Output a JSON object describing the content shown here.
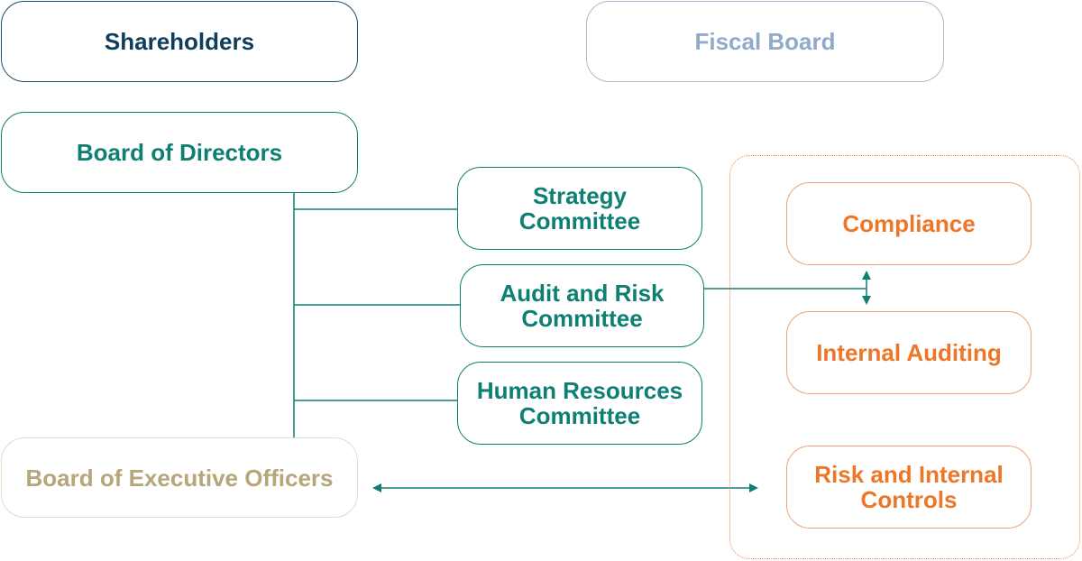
{
  "nodes": {
    "shareholders": "Shareholders",
    "fiscal_board": "Fiscal Board",
    "board_of_directors": "Board of Directors",
    "strategy_committee": [
      "Strategy",
      "Committee"
    ],
    "audit_risk_committee": [
      "Audit and Risk",
      "Committee"
    ],
    "hr_committee": [
      "Human Resources",
      "Committee"
    ],
    "board_of_executive_officers": "Board of Executive Officers",
    "compliance": "Compliance",
    "internal_auditing": "Internal Auditing",
    "risk_internal_controls": [
      "Risk and Internal",
      "Controls"
    ]
  },
  "colors": {
    "navy": "#0f3e5c",
    "light_blue": "#8fabc9",
    "teal": "#0e7f73",
    "gold": "#b5a77a",
    "orange": "#ee7628"
  }
}
